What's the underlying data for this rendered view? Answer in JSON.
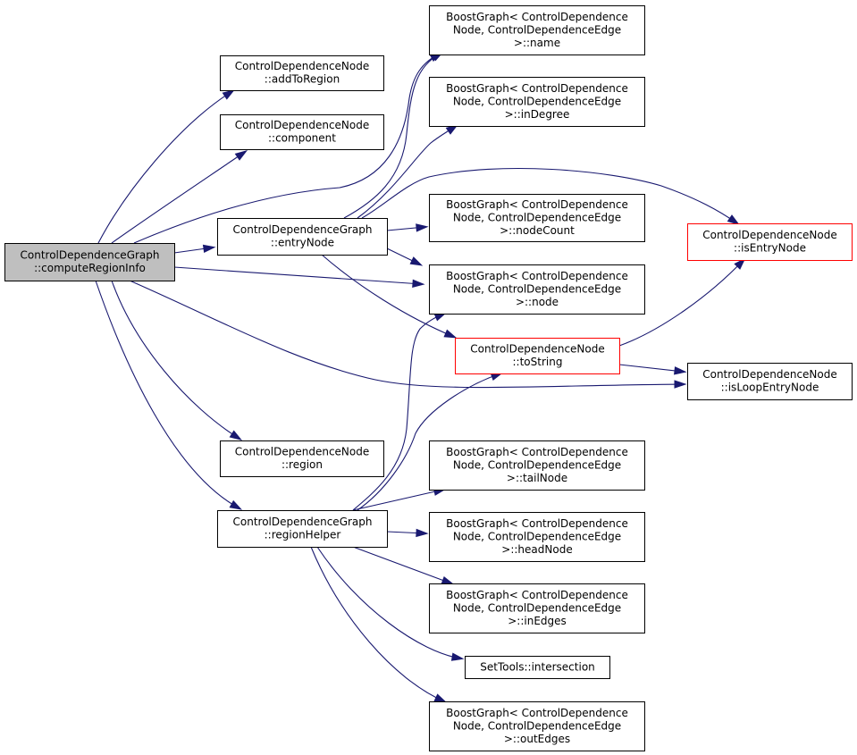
{
  "colors": {
    "edge": "#191970",
    "node_border": "#000000",
    "highlight_border": "#ff0000",
    "root_fill": "#bfbfbf",
    "node_fill": "#ffffff"
  },
  "nodes": {
    "computeRegionInfo": {
      "lines": [
        "ControlDependenceGraph",
        "::computeRegionInfo"
      ],
      "style": "root"
    },
    "addToRegion": {
      "lines": [
        "ControlDependenceNode",
        "::addToRegion"
      ],
      "style": "normal"
    },
    "component": {
      "lines": [
        "ControlDependenceNode",
        "::component"
      ],
      "style": "normal"
    },
    "entryNode": {
      "lines": [
        "ControlDependenceGraph",
        "::entryNode"
      ],
      "style": "normal"
    },
    "region": {
      "lines": [
        "ControlDependenceNode",
        "::region"
      ],
      "style": "normal"
    },
    "regionHelper": {
      "lines": [
        "ControlDependenceGraph",
        "::regionHelper"
      ],
      "style": "normal"
    },
    "bg_name": {
      "lines": [
        "BoostGraph< ControlDependence",
        "Node, ControlDependenceEdge",
        ">::name"
      ],
      "style": "normal"
    },
    "bg_inDegree": {
      "lines": [
        "BoostGraph< ControlDependence",
        "Node, ControlDependenceEdge",
        ">::inDegree"
      ],
      "style": "normal"
    },
    "bg_nodeCount": {
      "lines": [
        "BoostGraph< ControlDependence",
        "Node, ControlDependenceEdge",
        ">::nodeCount"
      ],
      "style": "normal"
    },
    "bg_node": {
      "lines": [
        "BoostGraph< ControlDependence",
        "Node, ControlDependenceEdge",
        ">::node"
      ],
      "style": "normal"
    },
    "toString": {
      "lines": [
        "ControlDependenceNode",
        "::toString"
      ],
      "style": "highlight"
    },
    "bg_tailNode": {
      "lines": [
        "BoostGraph< ControlDependence",
        "Node, ControlDependenceEdge",
        ">::tailNode"
      ],
      "style": "normal"
    },
    "bg_headNode": {
      "lines": [
        "BoostGraph< ControlDependence",
        "Node, ControlDependenceEdge",
        ">::headNode"
      ],
      "style": "normal"
    },
    "bg_inEdges": {
      "lines": [
        "BoostGraph< ControlDependence",
        "Node, ControlDependenceEdge",
        ">::inEdges"
      ],
      "style": "normal"
    },
    "intersection": {
      "lines": [
        "SetTools::intersection"
      ],
      "style": "normal"
    },
    "bg_outEdges": {
      "lines": [
        "BoostGraph< ControlDependence",
        "Node, ControlDependenceEdge",
        ">::outEdges"
      ],
      "style": "normal"
    },
    "isEntryNode": {
      "lines": [
        "ControlDependenceNode",
        "::isEntryNode"
      ],
      "style": "highlight"
    },
    "isLoopEntryNode": {
      "lines": [
        "ControlDependenceNode",
        "::isLoopEntryNode"
      ],
      "style": "normal"
    }
  },
  "edges": [
    {
      "from": "computeRegionInfo",
      "to": "addToRegion"
    },
    {
      "from": "computeRegionInfo",
      "to": "component"
    },
    {
      "from": "computeRegionInfo",
      "to": "entryNode"
    },
    {
      "from": "computeRegionInfo",
      "to": "bg_name"
    },
    {
      "from": "computeRegionInfo",
      "to": "bg_node"
    },
    {
      "from": "computeRegionInfo",
      "to": "isLoopEntryNode"
    },
    {
      "from": "computeRegionInfo",
      "to": "region"
    },
    {
      "from": "computeRegionInfo",
      "to": "regionHelper"
    },
    {
      "from": "entryNode",
      "to": "bg_name"
    },
    {
      "from": "entryNode",
      "to": "bg_inDegree"
    },
    {
      "from": "entryNode",
      "to": "isEntryNode"
    },
    {
      "from": "entryNode",
      "to": "bg_nodeCount"
    },
    {
      "from": "entryNode",
      "to": "bg_node"
    },
    {
      "from": "entryNode",
      "to": "toString"
    },
    {
      "from": "toString",
      "to": "isEntryNode"
    },
    {
      "from": "toString",
      "to": "isLoopEntryNode"
    },
    {
      "from": "regionHelper",
      "to": "bg_node"
    },
    {
      "from": "regionHelper",
      "to": "toString"
    },
    {
      "from": "regionHelper",
      "to": "bg_tailNode"
    },
    {
      "from": "regionHelper",
      "to": "bg_headNode"
    },
    {
      "from": "regionHelper",
      "to": "bg_inEdges"
    },
    {
      "from": "regionHelper",
      "to": "intersection"
    },
    {
      "from": "regionHelper",
      "to": "bg_outEdges"
    }
  ]
}
